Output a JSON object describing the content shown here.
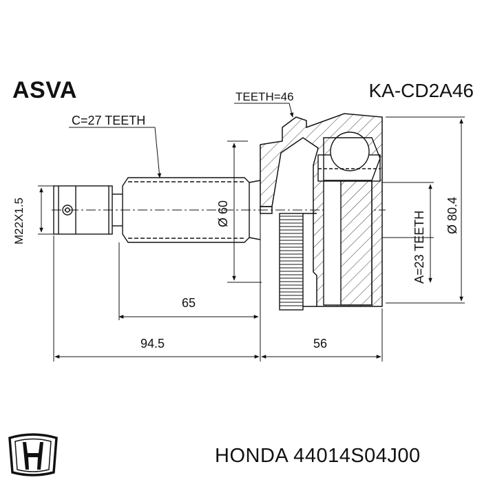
{
  "header": {
    "brand": "ASVA",
    "part_code": "KA-CD2A46"
  },
  "annotations": {
    "teeth_outer": "TEETH=46",
    "teeth_c": "C=27 TEETH",
    "thread": "M22X1.5",
    "dia_60": "Ø 60",
    "dia_80": "Ø 80.4",
    "teeth_a": "A=23 TEETH",
    "dim_65": "65",
    "dim_945": "94.5",
    "dim_56": "56"
  },
  "footer": {
    "manufacturer_part": "HONDA 44014S04J00"
  },
  "logo": {
    "name": "honda-logo-icon"
  }
}
